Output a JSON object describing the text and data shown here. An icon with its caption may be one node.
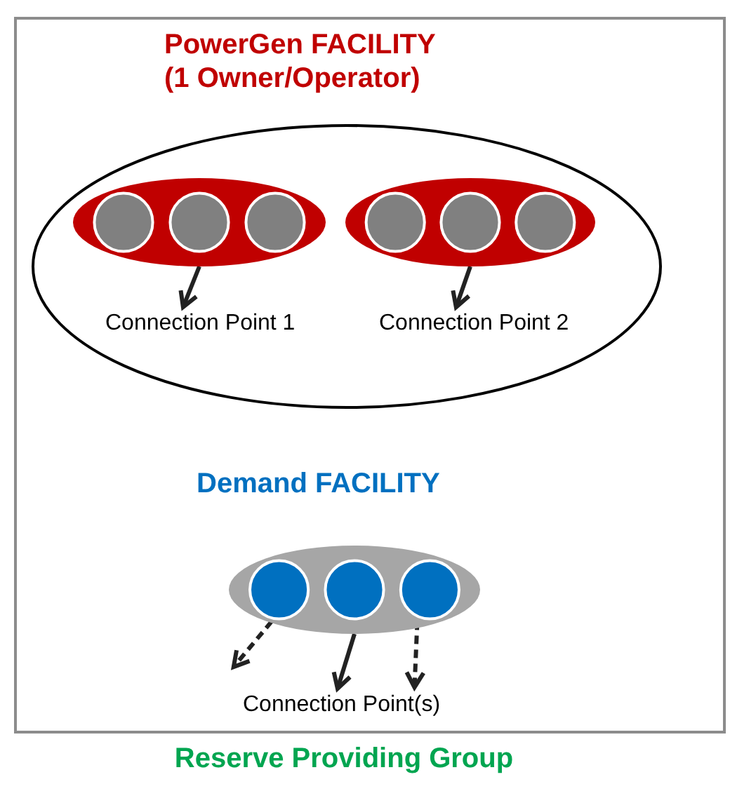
{
  "diagram": {
    "nodes": [
      {
        "text": [
          "Reserve Providing Group"
        ]
      },
      {
        "text": [
          "PowerGen FACILITY (1 Owner/Operator)"
        ],
        "in": 0
      },
      {
        "text": [],
        "shape": "ellipse",
        "in": 1
      },
      {
        "text": [],
        "shape": "ellipse",
        "in": 1
      },
      {
        "text": [
          "Connection Point 1"
        ],
        "in": 1
      },
      {
        "text": [
          "Connection Point 2"
        ],
        "in": 1
      },
      {
        "text": [
          "Demand FACILITY"
        ],
        "in": 0
      },
      {
        "text": [
          "Connection Point(s)"
        ],
        "in": 0
      }
    ],
    "edges": [
      {
        "from": 2,
        "to": 4,
        "arrow": "to"
      },
      {
        "from": 3,
        "to": 5,
        "arrow": "to"
      },
      {
        "from": 6,
        "to": 7,
        "arrow": "to"
      },
      {
        "from": 6,
        "to": 7,
        "arrow": "to",
        "style": "dashed"
      },
      {
        "from": 6,
        "to": 7,
        "arrow": "to",
        "style": "dashed"
      }
    ]
  }
}
